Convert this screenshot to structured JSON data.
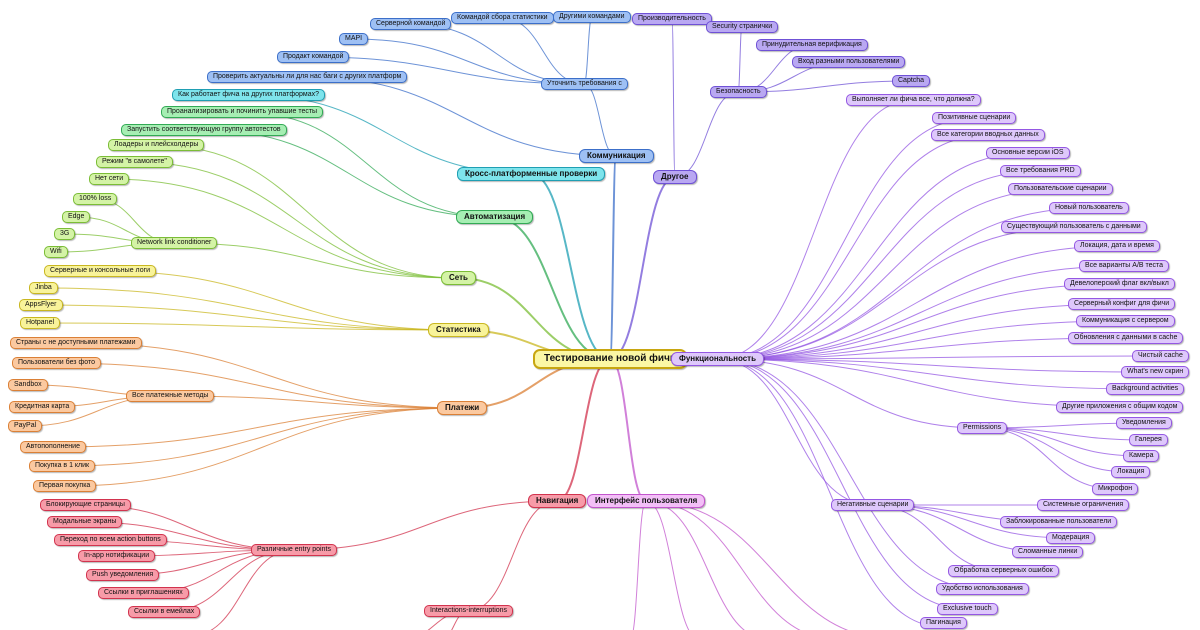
{
  "root": {
    "id": "root",
    "label": "Тестирование новой фичи",
    "color": "root"
  },
  "colors": {
    "blue": "#3c6fc9",
    "violet": "#6f51d6",
    "cyan": "#1f9fb3",
    "green": "#32aa55",
    "lime": "#7bbd36",
    "yellow": "#c9b720",
    "orange": "#db8036",
    "red": "#d2334e",
    "pink": "#c255cc",
    "purple": "#9457e3"
  },
  "nodes": [
    {
      "id": "komm",
      "label": "Коммуникация",
      "parent": "root",
      "color": "blue",
      "branch": true
    },
    {
      "id": "utoch",
      "label": "Уточнить требования с",
      "parent": "komm",
      "color": "blue"
    },
    {
      "id": "serv_team",
      "label": "Серверной командой",
      "parent": "utoch",
      "color": "blue"
    },
    {
      "id": "stat_team",
      "label": "Командой сбора статистики",
      "parent": "utoch",
      "color": "blue"
    },
    {
      "id": "other_teams",
      "label": "Другими командами",
      "parent": "utoch",
      "color": "blue"
    },
    {
      "id": "mapi",
      "label": "MAPI",
      "parent": "utoch",
      "color": "blue"
    },
    {
      "id": "prod_team",
      "label": "Продакт командой",
      "parent": "utoch",
      "color": "blue"
    },
    {
      "id": "check_bugs",
      "label": "Проверить актуальны ли для нас баги с других платформ",
      "parent": "komm",
      "color": "blue"
    },
    {
      "id": "drugoe",
      "label": "Другое",
      "parent": "root",
      "color": "violet",
      "branch": true
    },
    {
      "id": "perf",
      "label": "Производительность",
      "parent": "drugoe",
      "color": "violet"
    },
    {
      "id": "secur",
      "label": "Безопасность",
      "parent": "drugoe",
      "color": "violet"
    },
    {
      "id": "sec_pages",
      "label": "Security странички",
      "parent": "secur",
      "color": "violet"
    },
    {
      "id": "forced_ver",
      "label": "Принудительная верификация",
      "parent": "secur",
      "color": "violet"
    },
    {
      "id": "multi_login",
      "label": "Вход разными пользователями",
      "parent": "secur",
      "color": "violet"
    },
    {
      "id": "captcha",
      "label": "Captcha",
      "parent": "secur",
      "color": "violet"
    },
    {
      "id": "cross",
      "label": "Кросс-платформенные проверки",
      "parent": "root",
      "color": "cyan",
      "branch": true
    },
    {
      "id": "how_works",
      "label": "Как работает фича на других платформах?",
      "parent": "cross",
      "color": "cyan"
    },
    {
      "id": "auto",
      "label": "Автоматизация",
      "parent": "root",
      "color": "green",
      "branch": true
    },
    {
      "id": "analyze",
      "label": "Проанализировать и починить упавшие тесты",
      "parent": "auto",
      "color": "green"
    },
    {
      "id": "run_group",
      "label": "Запустить соответствующую группу автотестов",
      "parent": "auto",
      "color": "green"
    },
    {
      "id": "set",
      "label": "Сеть",
      "parent": "root",
      "color": "lime",
      "branch": true
    },
    {
      "id": "loaders",
      "label": "Лоадеры и плейсхолдеры",
      "parent": "set",
      "color": "lime"
    },
    {
      "id": "plane",
      "label": "Режим \"в самолете\"",
      "parent": "set",
      "color": "lime"
    },
    {
      "id": "nonet",
      "label": "Нет сети",
      "parent": "set",
      "color": "lime"
    },
    {
      "id": "nlc",
      "label": "Network link conditioner",
      "parent": "set",
      "color": "lime"
    },
    {
      "id": "loss",
      "label": "100% loss",
      "parent": "nlc",
      "color": "lime"
    },
    {
      "id": "edge",
      "label": "Edge",
      "parent": "nlc",
      "color": "lime"
    },
    {
      "id": "3g",
      "label": "3G",
      "parent": "nlc",
      "color": "lime"
    },
    {
      "id": "wifi",
      "label": "Wifi",
      "parent": "nlc",
      "color": "lime"
    },
    {
      "id": "stat",
      "label": "Статистика",
      "parent": "root",
      "color": "yellow",
      "branch": true
    },
    {
      "id": "logs",
      "label": "Серверные и консольные логи",
      "parent": "stat",
      "color": "yellow"
    },
    {
      "id": "jinba",
      "label": "Jinba",
      "parent": "stat",
      "color": "yellow"
    },
    {
      "id": "appsflyer",
      "label": "AppsFlyer",
      "parent": "stat",
      "color": "yellow"
    },
    {
      "id": "hotpanel",
      "label": "Hotpanel",
      "parent": "stat",
      "color": "yellow"
    },
    {
      "id": "plat",
      "label": "Платежи",
      "parent": "root",
      "color": "orange",
      "branch": true
    },
    {
      "id": "countries",
      "label": "Страны с не доступными платежами",
      "parent": "plat",
      "color": "orange"
    },
    {
      "id": "nophoto",
      "label": "Пользователи без фото",
      "parent": "plat",
      "color": "orange"
    },
    {
      "id": "methods",
      "label": "Все платежные методы",
      "parent": "plat",
      "color": "orange"
    },
    {
      "id": "sandbox",
      "label": "Sandbox",
      "parent": "methods",
      "color": "orange"
    },
    {
      "id": "card",
      "label": "Кредитная карта",
      "parent": "methods",
      "color": "orange"
    },
    {
      "id": "paypal",
      "label": "PayPal",
      "parent": "methods",
      "color": "orange"
    },
    {
      "id": "autorenew",
      "label": "Автопополнение",
      "parent": "plat",
      "color": "orange"
    },
    {
      "id": "oneclick",
      "label": "Покупка в 1 клик",
      "parent": "plat",
      "color": "orange"
    },
    {
      "id": "firstbuy",
      "label": "Первая покупка",
      "parent": "plat",
      "color": "orange"
    },
    {
      "id": "nav",
      "label": "Навигация",
      "parent": "root",
      "color": "red",
      "branch": true
    },
    {
      "id": "entry",
      "label": "Различные entry points",
      "parent": "nav",
      "color": "red"
    },
    {
      "id": "blocking",
      "label": "Блокирующие страницы",
      "parent": "entry",
      "color": "red"
    },
    {
      "id": "modal",
      "label": "Модальные экраны",
      "parent": "entry",
      "color": "red"
    },
    {
      "id": "action_btns",
      "label": "Переход по всем action buttons",
      "parent": "entry",
      "color": "red"
    },
    {
      "id": "inapp",
      "label": "In-app нотификации",
      "parent": "entry",
      "color": "red"
    },
    {
      "id": "push",
      "label": "Push уведомления",
      "parent": "entry",
      "color": "red"
    },
    {
      "id": "invites",
      "label": "Ссылки в приглашениях",
      "parent": "entry",
      "color": "red"
    },
    {
      "id": "emails",
      "label": "Ссылки в емейлах",
      "parent": "entry",
      "color": "red"
    },
    {
      "id": "interr",
      "label": "Interactions-interruptions",
      "parent": "nav",
      "color": "red"
    },
    {
      "id": "ui",
      "label": "Интерфейс пользователя",
      "parent": "root",
      "color": "pink",
      "branch": true
    },
    {
      "id": "func",
      "label": "Функциональность",
      "parent": "root",
      "color": "purple",
      "branch": true
    },
    {
      "id": "does",
      "label": "Выполняет ли фича все, что должна?",
      "parent": "func",
      "color": "purple"
    },
    {
      "id": "positive",
      "label": "Позитивные сценарии",
      "parent": "func",
      "color": "purple"
    },
    {
      "id": "allinput",
      "label": "Все категории вводных данных",
      "parent": "func",
      "color": "purple"
    },
    {
      "id": "ios",
      "label": "Основные версии iOS",
      "parent": "func",
      "color": "purple"
    },
    {
      "id": "prd",
      "label": "Все требования PRD",
      "parent": "func",
      "color": "purple"
    },
    {
      "id": "userscen",
      "label": "Пользовательские сценарии",
      "parent": "func",
      "color": "purple"
    },
    {
      "id": "newuser",
      "label": "Новый пользователь",
      "parent": "func",
      "color": "purple"
    },
    {
      "id": "existuser",
      "label": "Существующий пользователь с данными",
      "parent": "func",
      "color": "purple"
    },
    {
      "id": "locale",
      "label": "Локация, дата и время",
      "parent": "func",
      "color": "purple"
    },
    {
      "id": "ab",
      "label": "Все варианты A/B теста",
      "parent": "func",
      "color": "purple"
    },
    {
      "id": "devflag",
      "label": "Девелоперский флаг вкл/выкл",
      "parent": "func",
      "color": "purple"
    },
    {
      "id": "servconf",
      "label": "Серверный конфиг для фичи",
      "parent": "func",
      "color": "purple"
    },
    {
      "id": "servcomm",
      "label": "Коммуникация с сервером",
      "parent": "func",
      "color": "purple"
    },
    {
      "id": "cacheupd",
      "label": "Обновления с данными в cache",
      "parent": "func",
      "color": "purple"
    },
    {
      "id": "cleancache",
      "label": "Чистый cache",
      "parent": "func",
      "color": "purple"
    },
    {
      "id": "whatsnew",
      "label": "What's new скрин",
      "parent": "func",
      "color": "purple"
    },
    {
      "id": "bg",
      "label": "Background activities",
      "parent": "func",
      "color": "purple"
    },
    {
      "id": "otherapps",
      "label": "Другие приложения с общим кодом",
      "parent": "func",
      "color": "purple"
    },
    {
      "id": "perms",
      "label": "Permissions",
      "parent": "func",
      "color": "purple"
    },
    {
      "id": "notif",
      "label": "Уведомления",
      "parent": "perms",
      "color": "purple"
    },
    {
      "id": "gallery",
      "label": "Галерея",
      "parent": "perms",
      "color": "purple"
    },
    {
      "id": "camera",
      "label": "Камера",
      "parent": "perms",
      "color": "purple"
    },
    {
      "id": "location",
      "label": "Локация",
      "parent": "perms",
      "color": "purple"
    },
    {
      "id": "mic",
      "label": "Микрофон",
      "parent": "perms",
      "color": "purple"
    },
    {
      "id": "negative",
      "label": "Негативные сценарии",
      "parent": "func",
      "color": "purple"
    },
    {
      "id": "sysrestr",
      "label": "Системные ограничения",
      "parent": "negative",
      "color": "purple"
    },
    {
      "id": "blocked",
      "label": "Заблокированные пользователи",
      "parent": "negative",
      "color": "purple"
    },
    {
      "id": "moder",
      "label": "Модерация",
      "parent": "negative",
      "color": "purple"
    },
    {
      "id": "broken",
      "label": "Сломанные линки",
      "parent": "negative",
      "color": "purple"
    },
    {
      "id": "srverr",
      "label": "Обработка серверных ошибок",
      "parent": "negative",
      "color": "purple"
    },
    {
      "id": "usability",
      "label": "Удобство использования",
      "parent": "func",
      "color": "purple"
    },
    {
      "id": "exclusive",
      "label": "Exclusive touch",
      "parent": "func",
      "color": "purple"
    },
    {
      "id": "paging",
      "label": "Пагинация",
      "parent": "func",
      "color": "purple"
    }
  ]
}
